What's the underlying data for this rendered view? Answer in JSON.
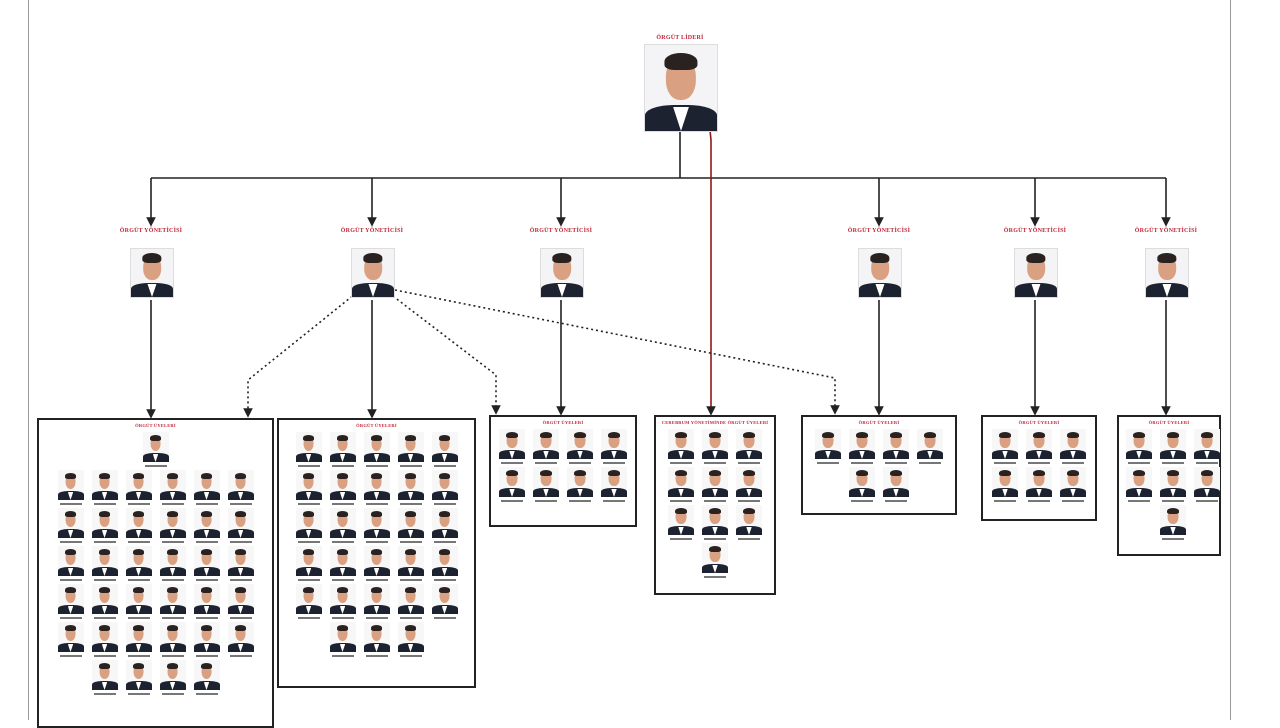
{
  "leader": {
    "role": "ÖRGÜT LİDERİ"
  },
  "managers": [
    {
      "role": "ÖRGÜT YÖNETİCİSİ"
    },
    {
      "role": "ÖRGÜT YÖNETİCİSİ"
    },
    {
      "role": "ÖRGÜT YÖNETİCİSİ"
    },
    {
      "role": "ÖRGÜT YÖNETİCİSİ"
    },
    {
      "role": "ÖRGÜT YÖNETİCİSİ"
    },
    {
      "role": "ÖRGÜT YÖNETİCİSİ"
    }
  ],
  "groups": [
    {
      "role": "ÖRGÜT ÜYELERİ",
      "member_count": 35
    },
    {
      "role": "ÖRGÜT ÜYELERİ",
      "member_count": 28
    },
    {
      "role": "ÖRGÜT ÜYELERİ",
      "member_count": 8
    },
    {
      "role": "CEREBRUM YÖNETİMİNDE ÖRGÜT ÜYELERİ",
      "member_count": 10
    },
    {
      "role": "ÖRGÜT ÜYELERİ",
      "member_count": 6
    },
    {
      "role": "ÖRGÜT ÜYELERİ",
      "member_count": 6
    },
    {
      "role": "ÖRGÜT ÜYELERİ",
      "member_count": 7
    }
  ],
  "colors": {
    "role_text": "#c0283a",
    "direct_line": "#222222",
    "leader_special_line": "#8b1a1a"
  }
}
